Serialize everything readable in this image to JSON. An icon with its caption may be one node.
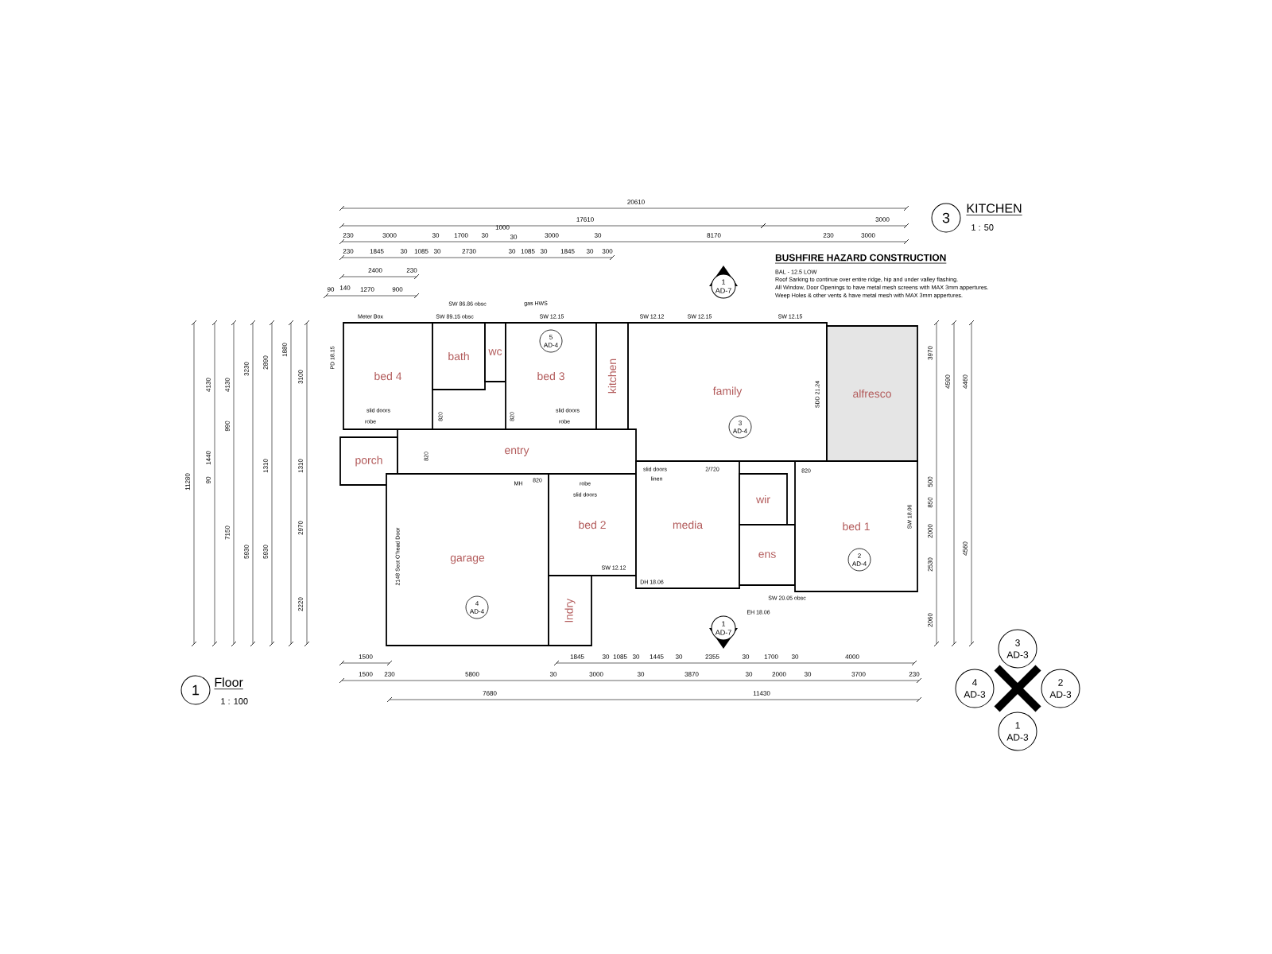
{
  "diagram": {
    "nodes": [
      {
        "text": [
          "bed 4"
        ]
      },
      {
        "text": [
          "bath"
        ]
      },
      {
        "text": [
          "wc"
        ]
      },
      {
        "text": [
          "bed 3"
        ]
      },
      {
        "text": [
          "kitchen"
        ]
      },
      {
        "text": [
          "family"
        ]
      },
      {
        "text": [
          "alfresco"
        ]
      },
      {
        "text": [
          "porch"
        ]
      },
      {
        "text": [
          "entry"
        ]
      },
      {
        "text": [
          "garage"
        ]
      },
      {
        "text": [
          "bed 2"
        ]
      },
      {
        "text": [
          "lndry"
        ]
      },
      {
        "text": [
          "media"
        ]
      },
      {
        "text": [
          "wir"
        ]
      },
      {
        "text": [
          "ens"
        ]
      },
      {
        "text": [
          "bed 1"
        ]
      },
      {
        "text": [
          "5",
          "AD-4"
        ],
        "in": 3
      },
      {
        "text": [
          "3",
          "AD-4"
        ],
        "in": 5
      },
      {
        "text": [
          "4",
          "AD-4"
        ],
        "in": 9
      },
      {
        "text": [
          "2",
          "AD-4"
        ],
        "in": 15
      },
      {
        "text": [
          "1",
          "AD-7"
        ]
      },
      {
        "text": [
          "1",
          "AD-7"
        ]
      },
      {
        "text": [
          "3",
          "AD-3"
        ]
      },
      {
        "text": [
          "4",
          "AD-3"
        ]
      },
      {
        "text": [
          "2",
          "AD-3"
        ]
      },
      {
        "text": [
          "1",
          "AD-3"
        ]
      },
      {
        "text": [
          "3",
          "KITCHEN",
          "1 : 50"
        ]
      },
      {
        "text": [
          "1",
          "Floor",
          "1 : 100"
        ]
      }
    ],
    "labels": [
      "20610",
      "17610",
      "3000",
      "230",
      "3000",
      "30",
      "1700",
      "30",
      "1000",
      "30",
      "3000",
      "30",
      "8170",
      "230",
      "3000",
      "230",
      "1845",
      "30",
      "1085",
      "30",
      "2730",
      "30",
      "1085",
      "30",
      "1845",
      "30",
      "300",
      "2400",
      "230",
      "90",
      "140",
      "1270",
      "900",
      "BUSHFIRE HAZARD CONSTRUCTION",
      "BAL - 12.5 LOW",
      "Roof Sarking to continue over entire ridge, hip and under valley flashing.",
      "All Window, Door Openings to have metal mesh screens with MAX 3mm appertures.",
      "Weep Holes & other vents & have metal mesh with MAX 3mm appertures.",
      "11280",
      "4130",
      "1440",
      "90",
      "4130",
      "990",
      "7150",
      "3230",
      "5930",
      "2890",
      "1310",
      "5930",
      "1880",
      "3100",
      "1310",
      "2970",
      "2220",
      "3970",
      "500",
      "850",
      "2000",
      "2530",
      "2060",
      "4590",
      "4460",
      "4560",
      "1500",
      "1845",
      "30",
      "1085",
      "30",
      "1445",
      "30",
      "2355",
      "30",
      "1700",
      "30",
      "4000",
      "1500",
      "230",
      "5800",
      "30",
      "3000",
      "30",
      "3870",
      "30",
      "2000",
      "30",
      "3700",
      "230",
      "7680",
      "11430",
      "Meter Box",
      "SW 86.86 obsc",
      "SW 89.15 obsc",
      "gas HWS",
      "SW 12.15",
      "SW 12.12",
      "SW 12.15",
      "SW 12.15",
      "PD 18.15",
      "slid doors",
      "robe",
      "slid doors",
      "robe",
      "820",
      "820",
      "820",
      "MH",
      "820",
      "robe",
      "slid doors",
      "2148 Sect O'head Door",
      "SW 12.12",
      "slid doors",
      "linen",
      "2/720",
      "820",
      "SDD 21.24",
      "SW 18.06",
      "SW 20.05 obsc",
      "DH 18.06",
      "EH 18.06"
    ]
  }
}
